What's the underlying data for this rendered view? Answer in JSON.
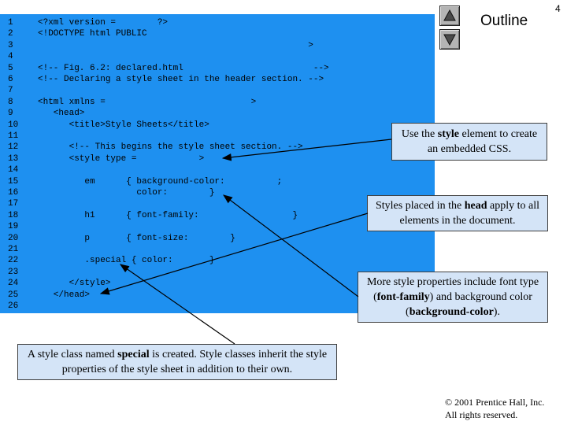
{
  "header": {
    "outline_title": "Outline",
    "page_number": "4",
    "nav": {
      "up_icon": "triangle-up-icon",
      "down_icon": "triangle-down-icon"
    }
  },
  "colors": {
    "code_background": "#1e90f0",
    "callout_background": "#d4e4f7"
  },
  "code": [
    {
      "n": "1",
      "text": "<?xml version =        ?>"
    },
    {
      "n": "2",
      "text": "<!DOCTYPE html PUBLIC"
    },
    {
      "n": "3",
      "text": "                                                    >"
    },
    {
      "n": "4",
      "text": ""
    },
    {
      "n": "5",
      "text": "<!-- Fig. 6.2: declared.html                         -->"
    },
    {
      "n": "6",
      "text": "<!-- Declaring a style sheet in the header section. -->"
    },
    {
      "n": "7",
      "text": ""
    },
    {
      "n": "8",
      "text": "<html xmlns =                            >"
    },
    {
      "n": "9",
      "text": "   <head>"
    },
    {
      "n": "10",
      "text": "      <title>Style Sheets</title>"
    },
    {
      "n": "11",
      "text": ""
    },
    {
      "n": "12",
      "text": "      <!-- This begins the style sheet section. -->"
    },
    {
      "n": "13",
      "text": "      <style type =            >"
    },
    {
      "n": "14",
      "text": ""
    },
    {
      "n": "15",
      "text": "         em      { background-color:          ;"
    },
    {
      "n": "16",
      "text": "                   color:        }"
    },
    {
      "n": "17",
      "text": ""
    },
    {
      "n": "18",
      "text": "         h1      { font-family:                  }"
    },
    {
      "n": "19",
      "text": ""
    },
    {
      "n": "20",
      "text": "         p       { font-size:        }"
    },
    {
      "n": "21",
      "text": ""
    },
    {
      "n": "22",
      "text": "         .special { color:       }"
    },
    {
      "n": "23",
      "text": ""
    },
    {
      "n": "24",
      "text": "      </style>"
    },
    {
      "n": "25",
      "text": "   </head>"
    },
    {
      "n": "26",
      "text": ""
    }
  ],
  "callouts": {
    "style_element": {
      "before": "Use the ",
      "b1": "style",
      "mid": " element to create an embedded CSS.",
      "b2": "",
      "after": ""
    },
    "head": {
      "before": "Styles placed in the ",
      "b1": "head",
      "mid": " apply to all elements in the document.",
      "b2": "",
      "after": ""
    },
    "properties": {
      "before": "More style properties include font type (",
      "b1": "font-family",
      "mid": ") and background color (",
      "b2": "background-color",
      "after": ")."
    },
    "special": {
      "before": "A style class named ",
      "b1": "special",
      "mid": " is created. Style classes inherit the style properties of the style sheet in addition to their own.",
      "b2": "",
      "after": ""
    }
  },
  "copyright": {
    "line1": "© 2001 Prentice Hall, Inc.",
    "line2": "All rights reserved."
  }
}
